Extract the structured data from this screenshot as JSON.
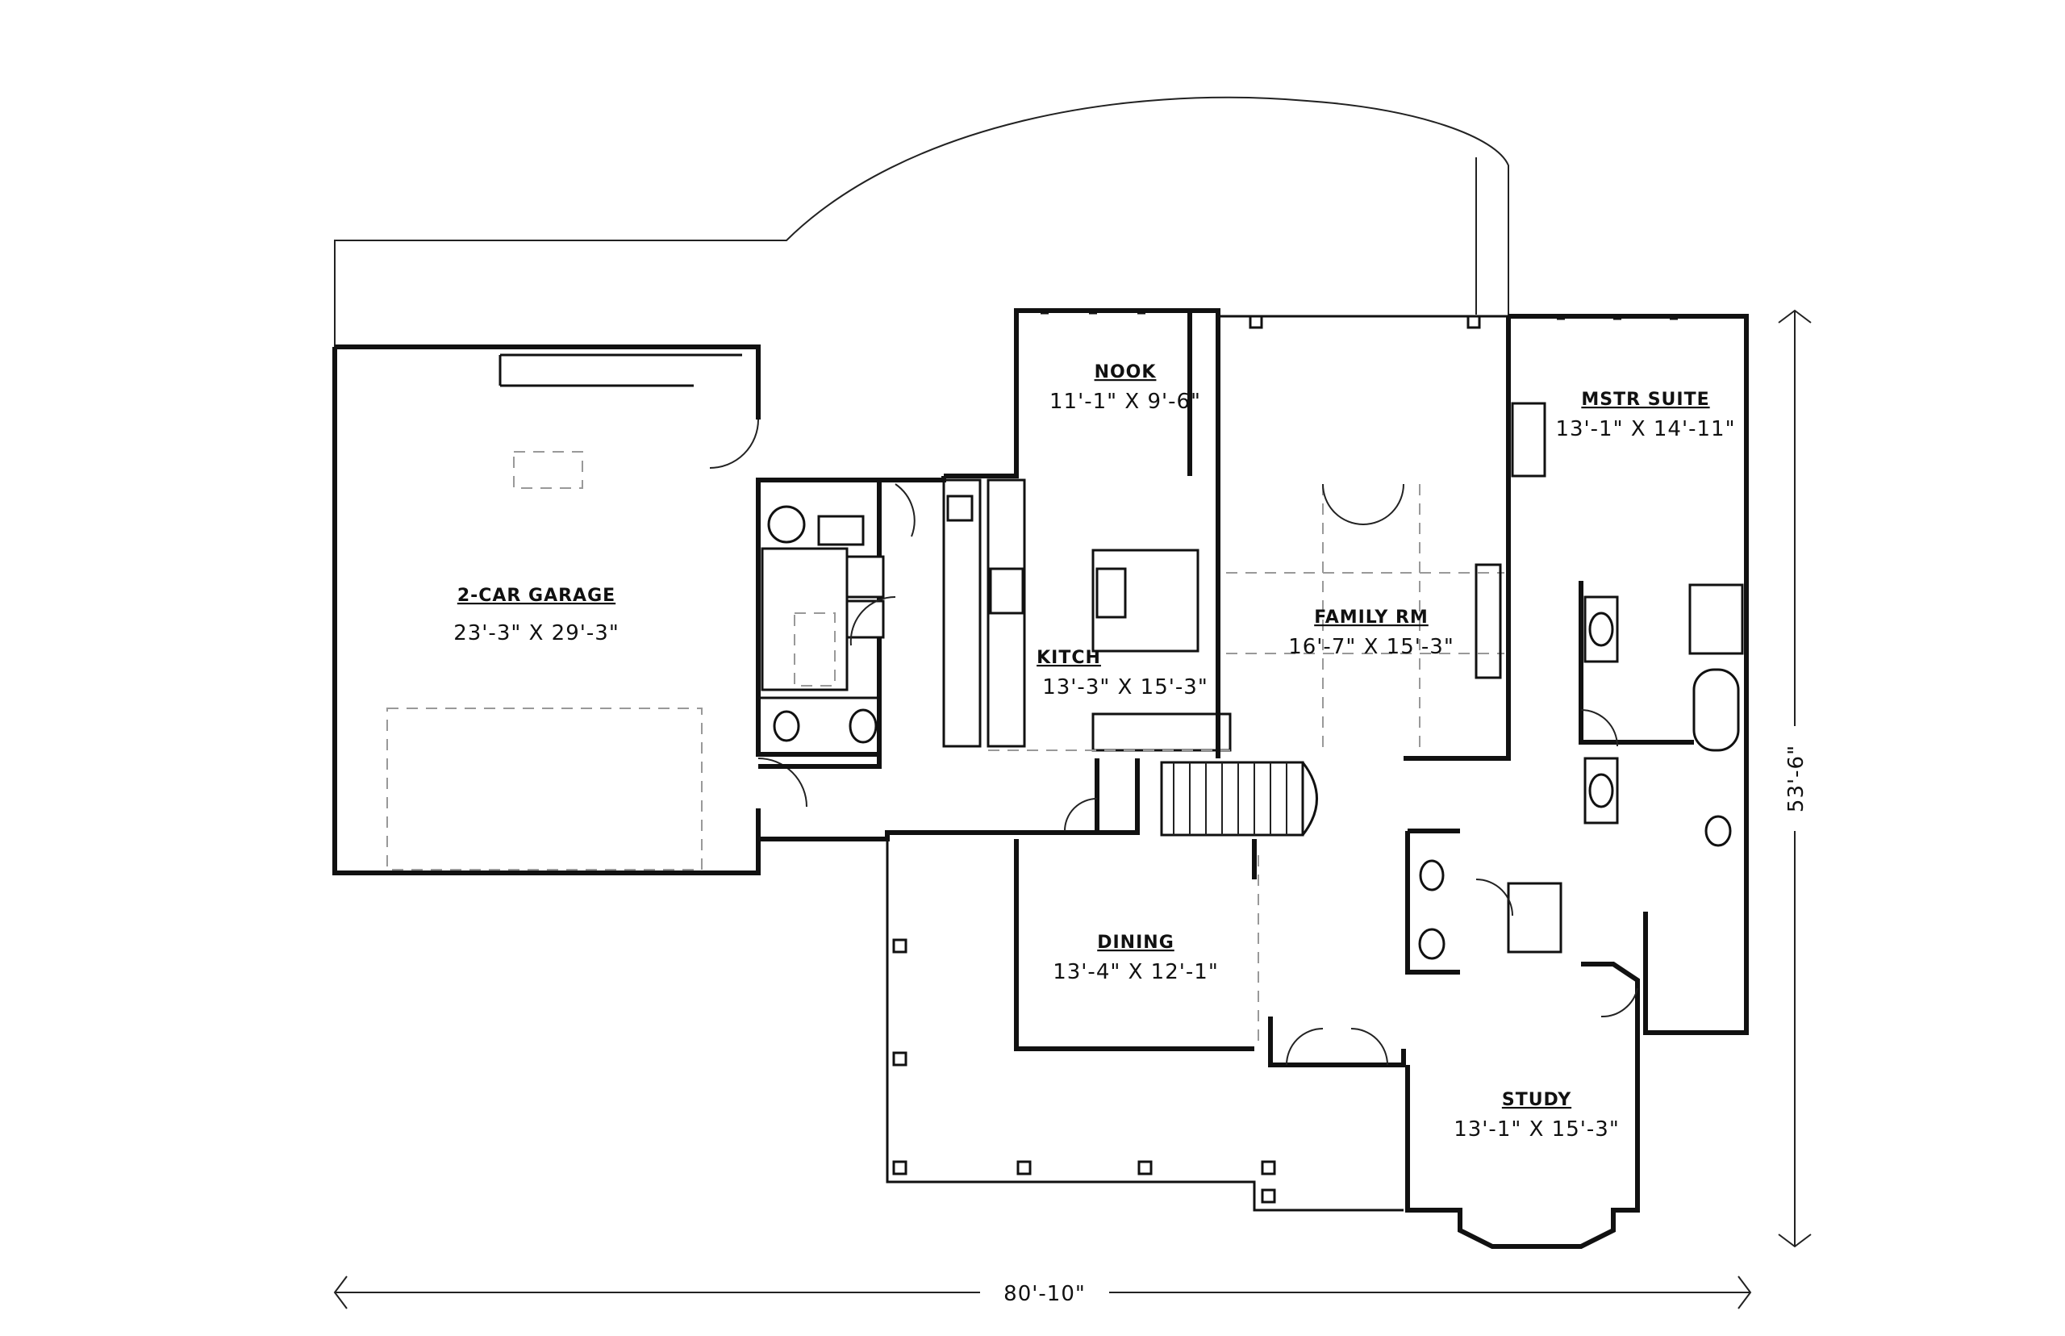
{
  "rooms": {
    "garage": {
      "name": "2-CAR GARAGE",
      "dim": "23'-3\" X 29'-3\""
    },
    "nook": {
      "name": "NOOK",
      "dim": "11'-1\" X 9'-6\""
    },
    "master_suite": {
      "name": "MSTR SUITE",
      "dim": "13'-1\" X 14'-11\""
    },
    "kitchen": {
      "name": "KITCH",
      "dim": "13'-3\" X 15'-3\""
    },
    "family_room": {
      "name": "FAMILY RM",
      "dim": "16'-7\" X 15'-3\""
    },
    "dining": {
      "name": "DINING",
      "dim": "13'-4\" X 12'-1\""
    },
    "study": {
      "name": "STUDY",
      "dim": "13'-1\" X 15'-3\""
    }
  },
  "overall": {
    "width": "80'-10\"",
    "depth": "53'-6\""
  }
}
